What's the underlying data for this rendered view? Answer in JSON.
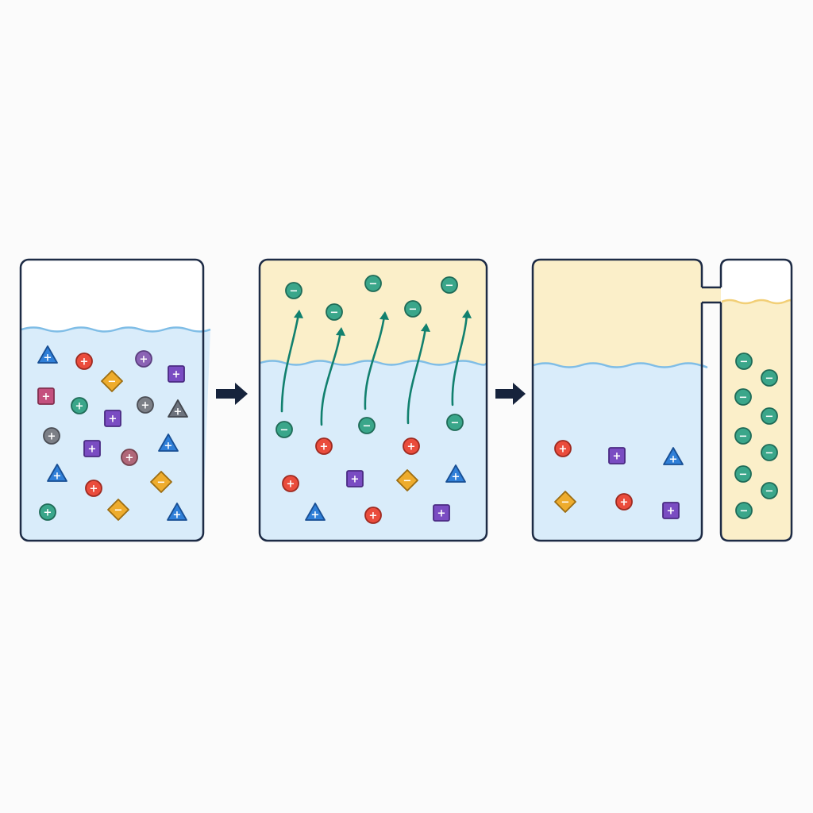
{
  "colors": {
    "outline": "#1d2b45",
    "water": "#d9ecfa",
    "water_line": "#7fbde6",
    "organic": "#fbefc9",
    "organic_line": "#f2cf77",
    "arrow": "#16233c",
    "path": "#11806e"
  },
  "particle_styles": {
    "red_cation": {
      "shape": "circle",
      "fill": "#ea4c3c",
      "stroke": "#9e2a20",
      "sign": "+"
    },
    "purple_cation": {
      "shape": "square",
      "fill": "#7a4cc2",
      "stroke": "#4a2a82",
      "sign": "+"
    },
    "blue_cation": {
      "shape": "triangle",
      "fill": "#2f7fd8",
      "stroke": "#184f94",
      "sign": "+"
    },
    "teal_anion": {
      "shape": "circle",
      "fill": "#3aa68a",
      "stroke": "#1f6b57",
      "sign": "−"
    },
    "orange_anion": {
      "shape": "diamond",
      "fill": "#eeac2d",
      "stroke": "#9c6d12",
      "sign": "−"
    },
    "violet_cation": {
      "shape": "circle",
      "fill": "#8b63b5",
      "stroke": "#5b3e7f",
      "sign": "+"
    },
    "magenta_cation": {
      "shape": "square",
      "fill": "#c4507e",
      "stroke": "#82304f",
      "sign": "+"
    },
    "teal_cation": {
      "shape": "circle",
      "fill": "#3aa68a",
      "stroke": "#1f6b57",
      "sign": "+"
    },
    "gray_cation": {
      "shape": "circle",
      "fill": "#7c7f86",
      "stroke": "#4b4e55",
      "sign": "+"
    },
    "mauve_cation": {
      "shape": "circle",
      "fill": "#b06779",
      "stroke": "#73404c",
      "sign": "+"
    },
    "slate_cation": {
      "shape": "triangle",
      "fill": "#6d737d",
      "stroke": "#42464d",
      "sign": "+"
    }
  },
  "stages": [
    {
      "name": "mixed-solution",
      "particles": [
        [
          "blue_cation",
          60,
          448
        ],
        [
          "red_cation",
          106,
          455
        ],
        [
          "violet_cation",
          181,
          452
        ],
        [
          "orange_anion",
          141,
          480
        ],
        [
          "purple_cation",
          222,
          471
        ],
        [
          "magenta_cation",
          58,
          499
        ],
        [
          "teal_cation",
          100,
          511
        ],
        [
          "purple_cation",
          142,
          527
        ],
        [
          "gray_cation",
          183,
          510
        ],
        [
          "slate_cation",
          224,
          516
        ],
        [
          "gray_cation",
          65,
          549
        ],
        [
          "purple_cation",
          116,
          565
        ],
        [
          "mauve_cation",
          163,
          576
        ],
        [
          "blue_cation",
          212,
          559
        ],
        [
          "blue_cation",
          72,
          597
        ],
        [
          "red_cation",
          118,
          615
        ],
        [
          "orange_anion",
          203,
          607
        ],
        [
          "teal_cation",
          60,
          645
        ],
        [
          "orange_anion",
          149,
          642
        ],
        [
          "blue_cation",
          223,
          646
        ]
      ]
    },
    {
      "name": "extraction",
      "particles": [
        [
          "teal_anion",
          370,
          366
        ],
        [
          "teal_anion",
          470,
          357
        ],
        [
          "teal_anion",
          566,
          359
        ],
        [
          "teal_anion",
          421,
          393
        ],
        [
          "teal_anion",
          520,
          389
        ],
        [
          "teal_anion",
          358,
          541
        ],
        [
          "red_cation",
          408,
          562
        ],
        [
          "teal_anion",
          462,
          536
        ],
        [
          "red_cation",
          518,
          562
        ],
        [
          "teal_anion",
          573,
          532
        ],
        [
          "red_cation",
          366,
          609
        ],
        [
          "purple_cation",
          447,
          603
        ],
        [
          "orange_anion",
          513,
          605
        ],
        [
          "blue_cation",
          574,
          598
        ],
        [
          "blue_cation",
          397,
          646
        ],
        [
          "red_cation",
          470,
          649
        ],
        [
          "purple_cation",
          556,
          646
        ]
      ]
    },
    {
      "name": "separated-aqueous",
      "particles": [
        [
          "red_cation",
          709,
          565
        ],
        [
          "purple_cation",
          777,
          574
        ],
        [
          "blue_cation",
          848,
          576
        ],
        [
          "orange_anion",
          712,
          632
        ],
        [
          "red_cation",
          786,
          632
        ],
        [
          "purple_cation",
          845,
          643
        ]
      ]
    },
    {
      "name": "collected-organic",
      "particles": [
        [
          "teal_anion",
          937,
          455
        ],
        [
          "teal_anion",
          969,
          476
        ],
        [
          "teal_anion",
          936,
          500
        ],
        [
          "teal_anion",
          969,
          524
        ],
        [
          "teal_anion",
          936,
          549
        ],
        [
          "teal_anion",
          969,
          570
        ],
        [
          "teal_anion",
          936,
          597
        ],
        [
          "teal_anion",
          969,
          618
        ],
        [
          "teal_anion",
          937,
          643
        ]
      ]
    }
  ]
}
